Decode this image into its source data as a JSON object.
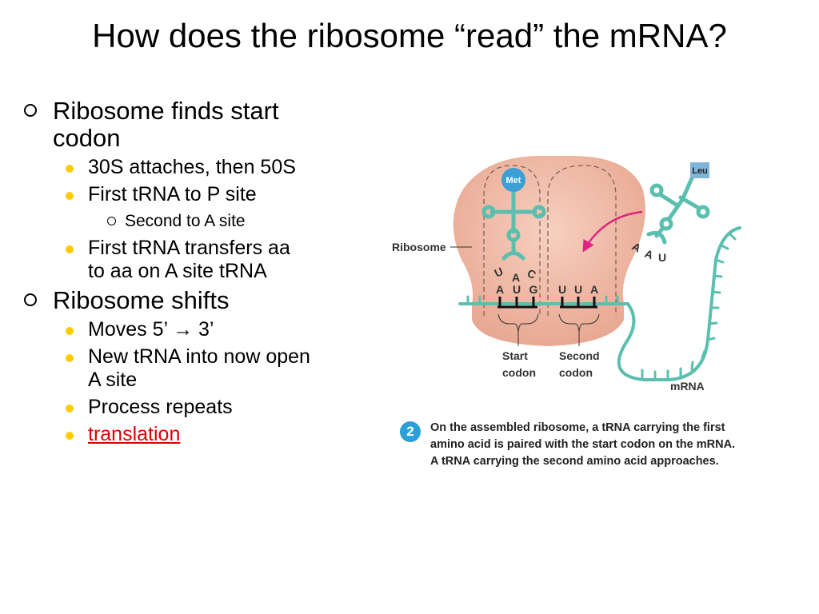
{
  "title": "How does the ribosome “read” the mRNA?",
  "bullets": {
    "b1": "Ribosome finds start codon",
    "b1_1": "30S attaches, then 50S",
    "b1_2": "First tRNA to P site",
    "b1_2_1": "Second to A site",
    "b1_3": "First tRNA transfers aa to aa on A site tRNA",
    "b2": "Ribosome shifts",
    "b2_1_a": "Moves 5’",
    "b2_1_arrow": "→",
    "b2_1_b": "3’",
    "b2_2": "New tRNA into now open A site",
    "b2_3": "Process repeats",
    "b2_4": "translation"
  },
  "diagram": {
    "ribosome_label": "Ribosome",
    "met_label": "Met",
    "leu_label": "Leu",
    "anticodon_met": [
      "U",
      "A",
      "C"
    ],
    "anticodon_leu": [
      "A",
      "A",
      "U"
    ],
    "codon_start": [
      "A",
      "U",
      "G"
    ],
    "codon_second": [
      "U",
      "U",
      "A"
    ],
    "start_codon_line1": "Start",
    "start_codon_line2": "codon",
    "second_codon_line1": "Second",
    "second_codon_line2": "codon",
    "mrna_label": "mRNA"
  },
  "caption": {
    "step": "2",
    "line1": "On the assembled ribosome, a tRNA carrying the first",
    "line2": "amino acid is paired with the start codon on the mRNA.",
    "line3": "A tRNA carrying the second amino acid approaches."
  },
  "colors": {
    "trna": "#5bbfb0",
    "met_circle": "#3aa0d6",
    "leu_box": "#7fb6d8",
    "arrow": "#e0237f",
    "ribosome": "#f0bba8",
    "step_badge": "#2aa0d8",
    "bullet_level2": "#ffcc00",
    "link": "#e00000"
  },
  "icons": {
    "level1_bullet": "hollow-circle-icon",
    "level2_bullet": "yellow-dot-icon",
    "arrow": "right-arrow-icon"
  }
}
